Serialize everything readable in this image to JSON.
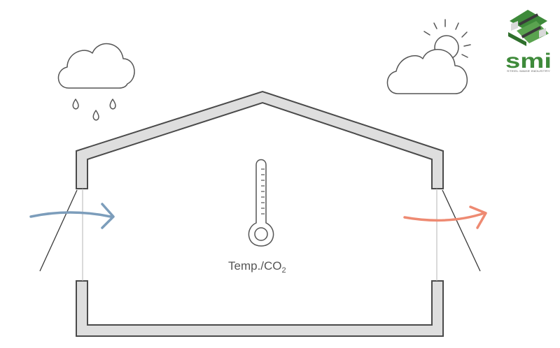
{
  "labels": {
    "temp_co2": "Temp./CO",
    "temp_co2_subscript": "2"
  },
  "logo": {
    "wordmark": "smi",
    "tagline": "STEEL MAKE INDUSTRY"
  },
  "icons": {
    "rain": "rain-cloud-icon",
    "sun": "sun-cloud-icon",
    "thermometer": "thermometer-icon",
    "inflow": "inflow-arrow",
    "outflow": "outflow-arrow"
  },
  "colors": {
    "wall_fill": "#dedede",
    "wall_stroke": "#4a4a4a",
    "inflow_arrow": "#7c9dbb",
    "outflow_arrow": "#ee8a72",
    "line": "#555555",
    "logo_green": "#3e8a3a"
  }
}
